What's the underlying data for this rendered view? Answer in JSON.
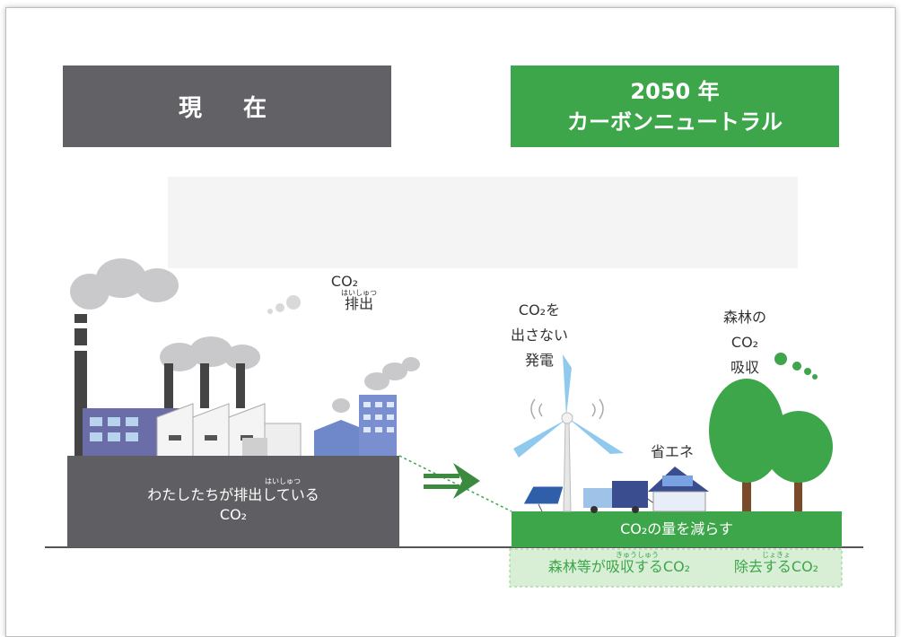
{
  "headers": {
    "now": "現　在",
    "future_line1": "2050 年",
    "future_line2": "カーボンニュートラル"
  },
  "left": {
    "co2": "CO₂",
    "emission_ruby": "はいしゅつ",
    "emission": "排出",
    "base_ruby": "はいしゅつ",
    "base_line1": "わたしたちが排出している",
    "base_line2": "CO₂"
  },
  "right": {
    "wind_line1": "CO₂を",
    "wind_line2": "出さない",
    "wind_line3": "発電",
    "forest_line1": "森林の",
    "forest_line2": "CO₂",
    "forest_line3": "吸収",
    "energy_saving": "省エネ",
    "reduce_bar": "CO₂の量を減らす",
    "absorb_ruby": "きゅうしゅう",
    "absorb_text": "森林等が吸収するCO₂",
    "remove_ruby": "じょきょ",
    "remove_text": "除去するCO₂"
  },
  "colors": {
    "gray_header": "#626266",
    "green_header": "#3ea64a",
    "ground_gray": "#5f5f63",
    "ground_green": "#3ea64a",
    "absorb_green": "#d8efd6"
  }
}
